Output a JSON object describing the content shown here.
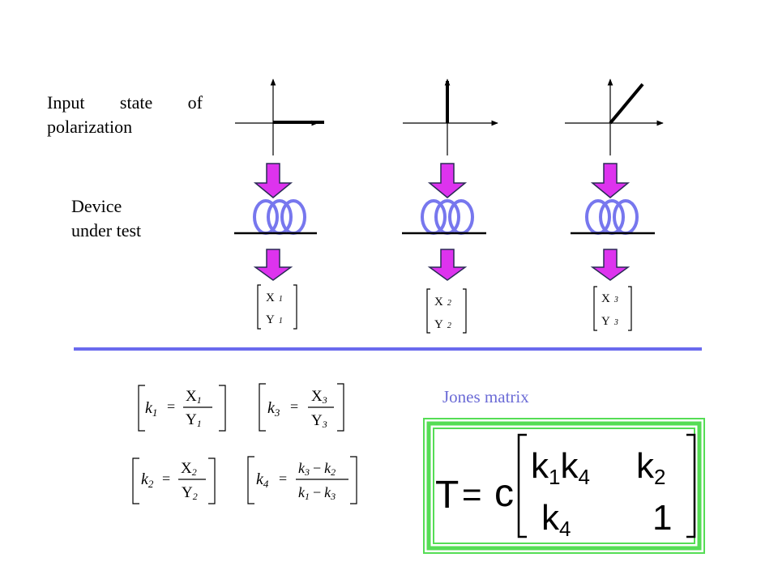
{
  "labels": {
    "input_line1_a": "Input",
    "input_line1_b": "state",
    "input_line1_c": "of",
    "input_line2": "polarization",
    "device_line1": "Device",
    "device_line2": "under test",
    "jones": "Jones matrix"
  },
  "outputs": [
    {
      "x": "X",
      "xsub": "1",
      "y": "Y",
      "ysub": "1"
    },
    {
      "x": "X",
      "xsub": "2",
      "y": "Y",
      "ysub": "2"
    },
    {
      "x": "X",
      "xsub": "3",
      "y": "Y",
      "ysub": "3"
    }
  ],
  "equations": {
    "k1": {
      "lhs": "k",
      "lhs_sub": "1",
      "eq": "=",
      "num": "X",
      "num_sub": "1",
      "den": "Y",
      "den_sub": "1"
    },
    "k3": {
      "lhs": "k",
      "lhs_sub": "3",
      "eq": "=",
      "num": "X",
      "num_sub": "3",
      "den": "Y",
      "den_sub": "3"
    },
    "k2": {
      "lhs": "k",
      "lhs_sub": "2",
      "eq": "=",
      "num": "X",
      "num_sub": "2",
      "den": "Y",
      "den_sub": "2"
    },
    "k4": {
      "lhs": "k",
      "lhs_sub": "4",
      "eq": "=",
      "num_a": "k",
      "num_a_sub": "3",
      "num_op": "−",
      "num_b": "k",
      "num_b_sub": "2",
      "den_a": "k",
      "den_a_sub": "1",
      "den_op": "−",
      "den_b": "k",
      "den_b_sub": "3"
    }
  },
  "matrix": {
    "lhs": "T",
    "eq": "=",
    "c": "c",
    "m11a": "k",
    "m11a_sub": "1",
    "m11b": "k",
    "m11b_sub": "4",
    "m12": "k",
    "m12_sub": "2",
    "m21": "k",
    "m21_sub": "4",
    "m22": "1"
  },
  "colors": {
    "arrow_fill": "#dd33ee",
    "arrow_stroke": "#2a2a55",
    "coil": "#7777ee",
    "divider": "#6a6aee",
    "box_border": "#55dd55",
    "jones_text": "#6b6bd6"
  }
}
